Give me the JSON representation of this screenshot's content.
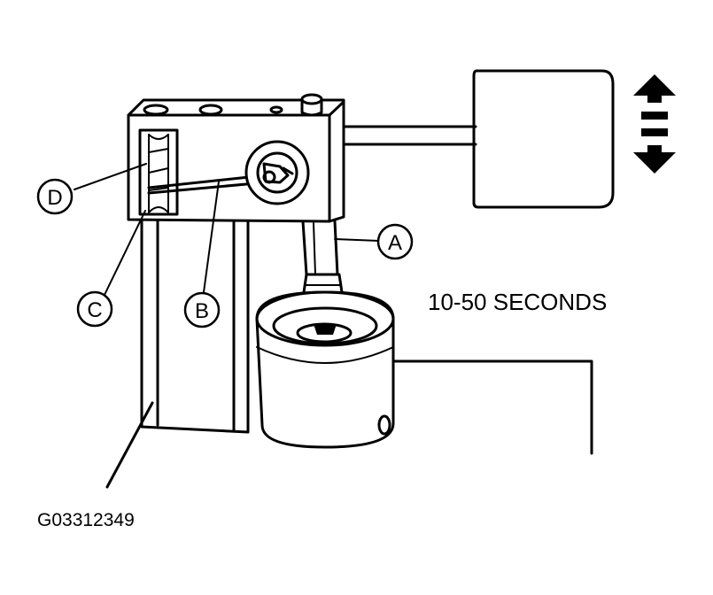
{
  "labels": {
    "a": "A",
    "b": "B",
    "c": "C",
    "d": "D"
  },
  "time_note": "10-50 SECONDS",
  "figure_code": "G03312349"
}
